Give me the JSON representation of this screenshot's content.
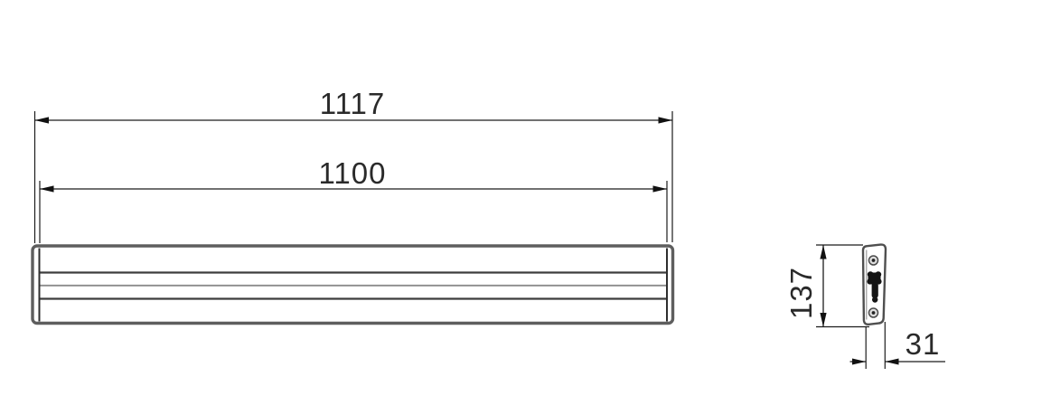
{
  "drawing": {
    "front_view": {
      "overall_length_label": "1117",
      "inner_length_label": "1100"
    },
    "side_view": {
      "height_label": "137",
      "depth_label": "31"
    },
    "colors": {
      "background": "#ffffff",
      "dimension_line": "#1c1c1c",
      "body_outline": "#5e5e5e",
      "inner_lines_dark": "#3d3d3d",
      "inner_line_light": "#8c8c8c",
      "text": "#2a2a2a",
      "connector_fill": "#141414"
    }
  }
}
